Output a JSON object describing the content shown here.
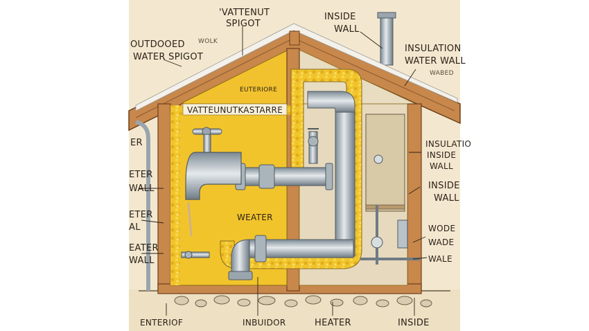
{
  "labels": {
    "vattenut_spigot_line1": "'VATTENUT",
    "vattenut_spigot_line2": "SPIGOT",
    "inside_wall_top_line1": "INSIDE",
    "inside_wall_top_line2": "WALL",
    "outdoor_spigot_line1": "OUTDOOED",
    "outdoor_spigot_line2": "WATER SPIGOT",
    "wolk": "WOLK",
    "insulation_water_wall_line1": "INSULATION",
    "insulation_water_wall_line2": "WATER WALL",
    "wabed": "WABED",
    "exterior_attic": "EUTERIORE",
    "banner": "VATTEUNUTKASTARRE",
    "insulation_inside_wall_line1": "INSULATIO",
    "insulation_inside_wall_line2": "INSIDE",
    "insulation_inside_wall_line3": "WALL",
    "inside_wall_right_line1": "INSIDE",
    "inside_wall_right_line2": "WALL",
    "left_er_1": "ER",
    "left_wall_1_line1": "ETER",
    "left_wall_1_line2": "WALL",
    "left_wall_2_line1": "ETER",
    "left_wall_2_line2": "AL",
    "left_wall_3_line1": "EATER",
    "left_wall_3_line2": "WALL",
    "weater": "WEATER",
    "wode": "WODE",
    "wade": "WADE",
    "wale": "WALE",
    "bottom_exterior": "ENTERIOF",
    "bottom_inbuidor": "INBUIDOR",
    "bottom_heater": "HEATER",
    "bottom_inside": "INSIDE"
  },
  "colors": {
    "paper": "#f3e8cf",
    "insulation": "#f2c42c",
    "insulation_light": "#f7d84a",
    "wood": "#c8874b",
    "wood_dark": "#8a5a2e",
    "pipe": "#b9c2c9",
    "pipe_dark": "#7d8a94",
    "roof_snow": "#f4f1ea"
  }
}
